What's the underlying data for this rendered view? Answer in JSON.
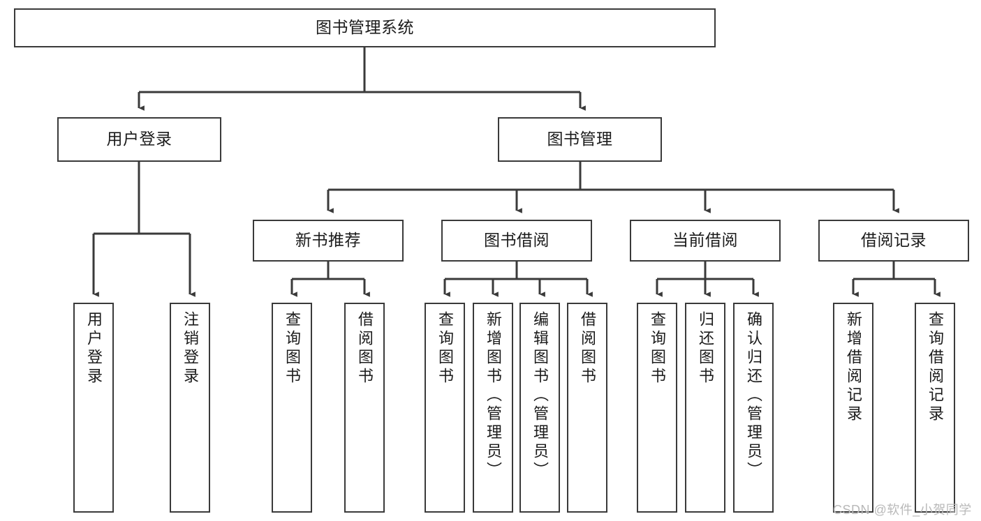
{
  "diagram": {
    "title": "图书管理系统",
    "type": "tree-hierarchy",
    "stroke_color": "#3a3a3a",
    "background_color": "#ffffff",
    "text_color": "#1b1b1b"
  },
  "root": {
    "label": "图书管理系统"
  },
  "level2": [
    {
      "label": "用户登录"
    },
    {
      "label": "图书管理"
    }
  ],
  "level3": [
    {
      "label": "新书推荐"
    },
    {
      "label": "图书借阅"
    },
    {
      "label": "当前借阅"
    },
    {
      "label": "借阅记录"
    }
  ],
  "leaves": {
    "user_login": [
      {
        "label": "用户登录"
      },
      {
        "label": "注销登录"
      }
    ],
    "new_book_recommend": [
      {
        "label": "查询图书"
      },
      {
        "label": "借阅图书"
      }
    ],
    "book_borrow": [
      {
        "label": "查询图书"
      },
      {
        "label": "新增图书（管理员）"
      },
      {
        "label": "编辑图书（管理员）"
      },
      {
        "label": "借阅图书"
      }
    ],
    "current_borrow": [
      {
        "label": "查询图书"
      },
      {
        "label": "归还图书"
      },
      {
        "label": "确认归还（管理员）"
      }
    ],
    "borrow_record": [
      {
        "label": "新增借阅记录"
      },
      {
        "label": "查询借阅记录"
      }
    ]
  },
  "watermark": {
    "text": "CSDN @软件_小贺同学",
    "color": "#b9b9b9"
  }
}
